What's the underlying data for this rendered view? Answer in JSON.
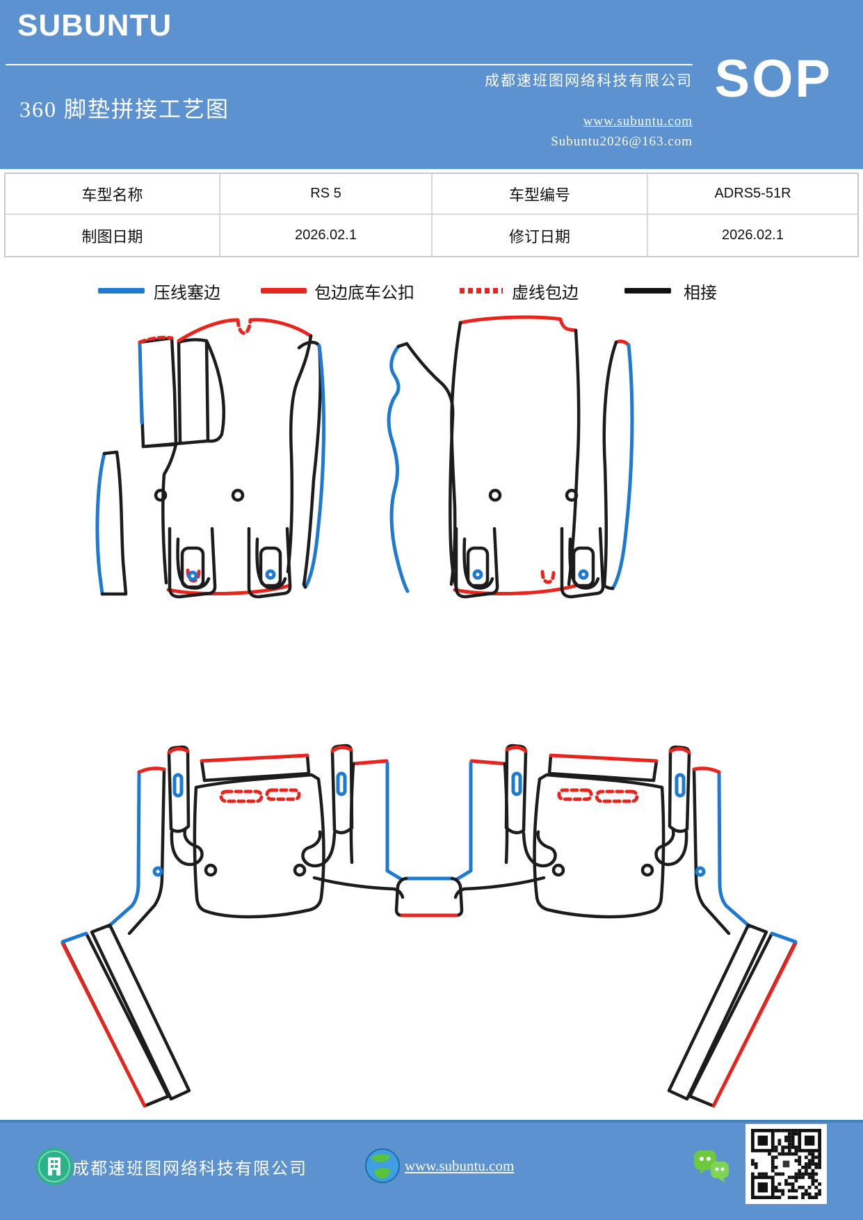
{
  "header": {
    "brand": "SUBUNTU",
    "title": "360 脚垫拼接工艺图",
    "company": "成都速班图网络科技有限公司",
    "website": "www.subuntu.com",
    "email": "Subuntu2026@163.com",
    "badge": "SOP"
  },
  "info_table": {
    "rows": [
      {
        "label1": "车型名称",
        "value1": "RS 5",
        "label2": "车型编号",
        "value2": "ADRS5-51R"
      },
      {
        "label1": "制图日期",
        "value1": "2026.02.1",
        "label2": "修订日期",
        "value2": "2026.02.1"
      }
    ]
  },
  "legend": {
    "items": [
      {
        "label": "压线塞边",
        "color": "#1d79d2",
        "style": "solid"
      },
      {
        "label": "包边底车公扣",
        "color": "#e8241c",
        "style": "solid"
      },
      {
        "label": "虚线包边",
        "color": "#e8241c",
        "style": "dashed"
      },
      {
        "label": "相接",
        "color": "#111111",
        "style": "solid"
      }
    ]
  },
  "footer": {
    "company": "成都速班图网络科技有限公司",
    "website": "www.subuntu.com",
    "icons": [
      "building-icon",
      "globe-icon",
      "wechat-icon",
      "qr-code"
    ]
  },
  "colors": {
    "band_blue": "#5b92cf",
    "line_blue": "#1d79d2",
    "line_red": "#e8241c",
    "line_black": "#1c1c1c"
  }
}
